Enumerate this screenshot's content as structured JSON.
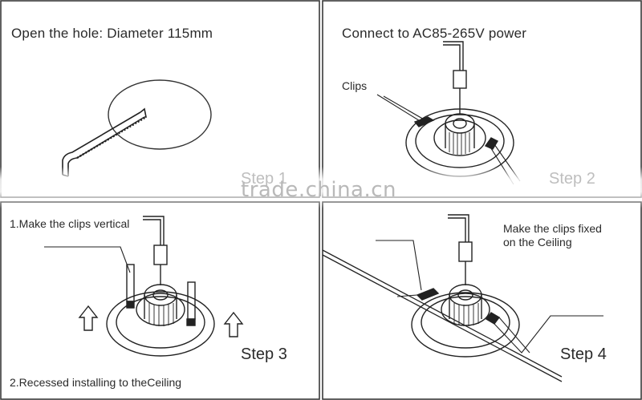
{
  "panels": {
    "step1": {
      "title": "Open the hole: Diameter 115mm",
      "step_label": "Step 1"
    },
    "step2": {
      "title": "Connect to AC85-265V power",
      "callout": "Clips",
      "step_label": "Step 2"
    },
    "step3": {
      "note_top": "1.Make the clips vertical",
      "note_bottom": "2.Recessed installing to theCeiling",
      "step_label": "Step 3"
    },
    "step4": {
      "note_line1": "Make the clips fixed",
      "note_line2": "on the Ceiling",
      "step_label": "Step 4"
    }
  },
  "watermark": "trade.china.cn"
}
